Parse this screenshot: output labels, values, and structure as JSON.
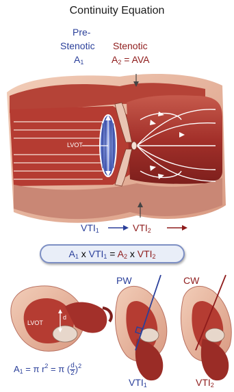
{
  "title": "Continuity Equation",
  "pre_stenotic": {
    "line1": "Pre-",
    "line2": "Stenotic",
    "symbol": "A",
    "sub": "1"
  },
  "stenotic": {
    "line1": "Stenotic",
    "lhs": "A",
    "lhs_sub": "2",
    "rhs": " = AVA"
  },
  "lvot_label": "LVOT",
  "flow": {
    "vti1": "VTI",
    "vti1_sub": "1",
    "vti2": "VTI",
    "vti2_sub": "2"
  },
  "equation": {
    "a1": "A",
    "a1_sub": "1",
    "times1": " x ",
    "vti1": "VTI",
    "vti1_sub": "1",
    "eq": " = ",
    "a2": "A",
    "a2_sub": "2",
    "times2": " x ",
    "vti2": "VTI",
    "vti2_sub": "2"
  },
  "lvot_small": {
    "label": "LVOT",
    "d": "d"
  },
  "area_formula": {
    "lhs": "A",
    "lhs_sub": "1",
    "mid": " = π r",
    "r_exp": "2",
    "mid2": " = π ",
    "num": "d",
    "den": "2",
    "exp": "2"
  },
  "pw": {
    "label": "PW",
    "vti": "VTI",
    "vti_sub": "1"
  },
  "cw": {
    "label": "CW",
    "vti": "VTI",
    "vti_sub": "2"
  },
  "colors": {
    "blue": "#2a3f9a",
    "red": "#8e1b1b",
    "tissue": "#a8302a",
    "pale": "#e8b49c"
  }
}
